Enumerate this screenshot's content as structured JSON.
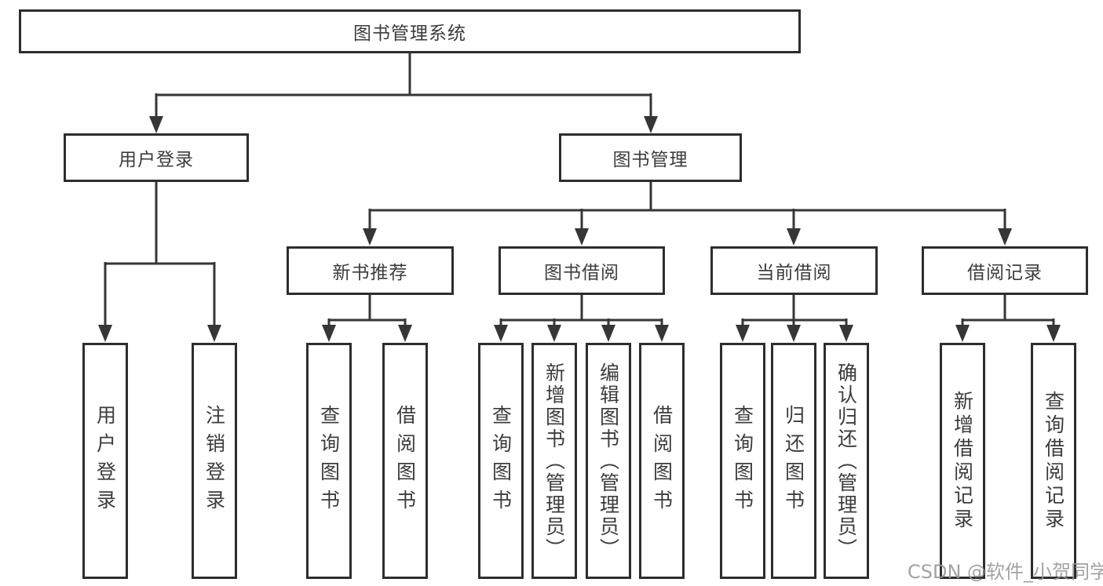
{
  "diagram": {
    "title_node": {
      "label": "图书管理系统"
    },
    "level2": [
      {
        "id": "user-login",
        "label": "用户登录"
      },
      {
        "id": "book-management",
        "label": "图书管理"
      }
    ],
    "level3": [
      {
        "id": "new-book-recommend",
        "parent": "图书管理",
        "label": "新书推荐"
      },
      {
        "id": "book-borrow",
        "parent": "图书管理",
        "label": "图书借阅"
      },
      {
        "id": "current-borrow",
        "parent": "图书管理",
        "label": "当前借阅"
      },
      {
        "id": "borrow-records",
        "parent": "图书管理",
        "label": "借阅记录"
      }
    ],
    "leaves": [
      {
        "parent": "用户登录",
        "label": "用户登录"
      },
      {
        "parent": "用户登录",
        "label": "注销登录"
      },
      {
        "parent": "新书推荐",
        "label": "查询图书"
      },
      {
        "parent": "新书推荐",
        "label": "借阅图书"
      },
      {
        "parent": "图书借阅",
        "label": "查询图书"
      },
      {
        "parent": "图书借阅",
        "label": "新增图书（管理员）"
      },
      {
        "parent": "图书借阅",
        "label": "编辑图书（管理员）"
      },
      {
        "parent": "图书借阅",
        "label": "借阅图书"
      },
      {
        "parent": "当前借阅",
        "label": "查询图书"
      },
      {
        "parent": "当前借阅",
        "label": "归还图书"
      },
      {
        "parent": "当前借阅",
        "label": "确认归还（管理员）"
      },
      {
        "parent": "借阅记录",
        "label": "新增借阅记录"
      },
      {
        "parent": "借阅记录",
        "label": "查询借阅记录"
      }
    ],
    "watermark": "CSDN @软件_小贺同学",
    "colors": {
      "line": "#363636",
      "box_border": "#2d2d2d",
      "text": "#3c3c3c",
      "watermark": "#969696",
      "background": "#ffffff"
    }
  }
}
